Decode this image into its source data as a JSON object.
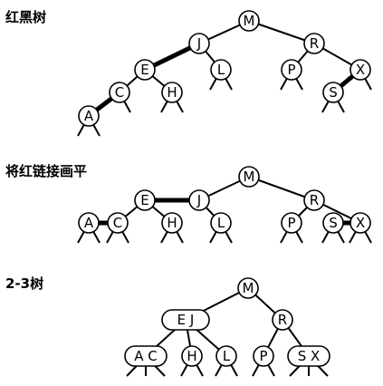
{
  "sections": [
    {
      "label": "红黑树",
      "nodes": [
        {
          "id": "M",
          "text": "M"
        },
        {
          "id": "J",
          "text": "J"
        },
        {
          "id": "R",
          "text": "R"
        },
        {
          "id": "E",
          "text": "E"
        },
        {
          "id": "L",
          "text": "L"
        },
        {
          "id": "P",
          "text": "P"
        },
        {
          "id": "X",
          "text": "X"
        },
        {
          "id": "C",
          "text": "C"
        },
        {
          "id": "H",
          "text": "H"
        },
        {
          "id": "S",
          "text": "S"
        },
        {
          "id": "A",
          "text": "A"
        }
      ],
      "edges": [
        {
          "from": "M",
          "to": "J",
          "red": false
        },
        {
          "from": "M",
          "to": "R",
          "red": false
        },
        {
          "from": "J",
          "to": "E",
          "red": true
        },
        {
          "from": "J",
          "to": "L",
          "red": false
        },
        {
          "from": "R",
          "to": "P",
          "red": false
        },
        {
          "from": "R",
          "to": "X",
          "red": false
        },
        {
          "from": "E",
          "to": "C",
          "red": false
        },
        {
          "from": "E",
          "to": "H",
          "red": false
        },
        {
          "from": "X",
          "to": "S",
          "red": true
        },
        {
          "from": "C",
          "to": "A",
          "red": true
        }
      ]
    },
    {
      "label": "将红链接画平",
      "nodes": [
        {
          "id": "M",
          "text": "M"
        },
        {
          "id": "E",
          "text": "E"
        },
        {
          "id": "J",
          "text": "J"
        },
        {
          "id": "R",
          "text": "R"
        },
        {
          "id": "A",
          "text": "A"
        },
        {
          "id": "C",
          "text": "C"
        },
        {
          "id": "H",
          "text": "H"
        },
        {
          "id": "L",
          "text": "L"
        },
        {
          "id": "P",
          "text": "P"
        },
        {
          "id": "S",
          "text": "S"
        },
        {
          "id": "X",
          "text": "X"
        }
      ],
      "edges": [
        {
          "from": "M",
          "to": "J",
          "red": false
        },
        {
          "from": "M",
          "to": "R",
          "red": false
        },
        {
          "from": "E",
          "to": "J",
          "red": true
        },
        {
          "from": "E",
          "to": "C",
          "red": false
        },
        {
          "from": "E",
          "to": "H",
          "red": false
        },
        {
          "from": "J",
          "to": "L",
          "red": false
        },
        {
          "from": "R",
          "to": "P",
          "red": false
        },
        {
          "from": "R",
          "to": "X",
          "red": false
        },
        {
          "from": "A",
          "to": "C",
          "red": true
        },
        {
          "from": "S",
          "to": "X",
          "red": true
        }
      ]
    },
    {
      "label": "2-3树",
      "nodes": [
        {
          "id": "M",
          "text": "M"
        },
        {
          "id": "EJ",
          "text": "E J"
        },
        {
          "id": "R",
          "text": "R"
        },
        {
          "id": "AC",
          "text": "A C"
        },
        {
          "id": "H",
          "text": "H"
        },
        {
          "id": "L",
          "text": "L"
        },
        {
          "id": "P",
          "text": "P"
        },
        {
          "id": "SX",
          "text": "S X"
        }
      ],
      "edges": [
        {
          "from": "M",
          "to": "EJ",
          "red": false
        },
        {
          "from": "M",
          "to": "R",
          "red": false
        },
        {
          "from": "EJ",
          "to": "AC",
          "red": false
        },
        {
          "from": "EJ",
          "to": "H",
          "red": false
        },
        {
          "from": "EJ",
          "to": "L",
          "red": false
        },
        {
          "from": "R",
          "to": "P",
          "red": false
        },
        {
          "from": "R",
          "to": "SX",
          "red": false
        }
      ]
    }
  ]
}
